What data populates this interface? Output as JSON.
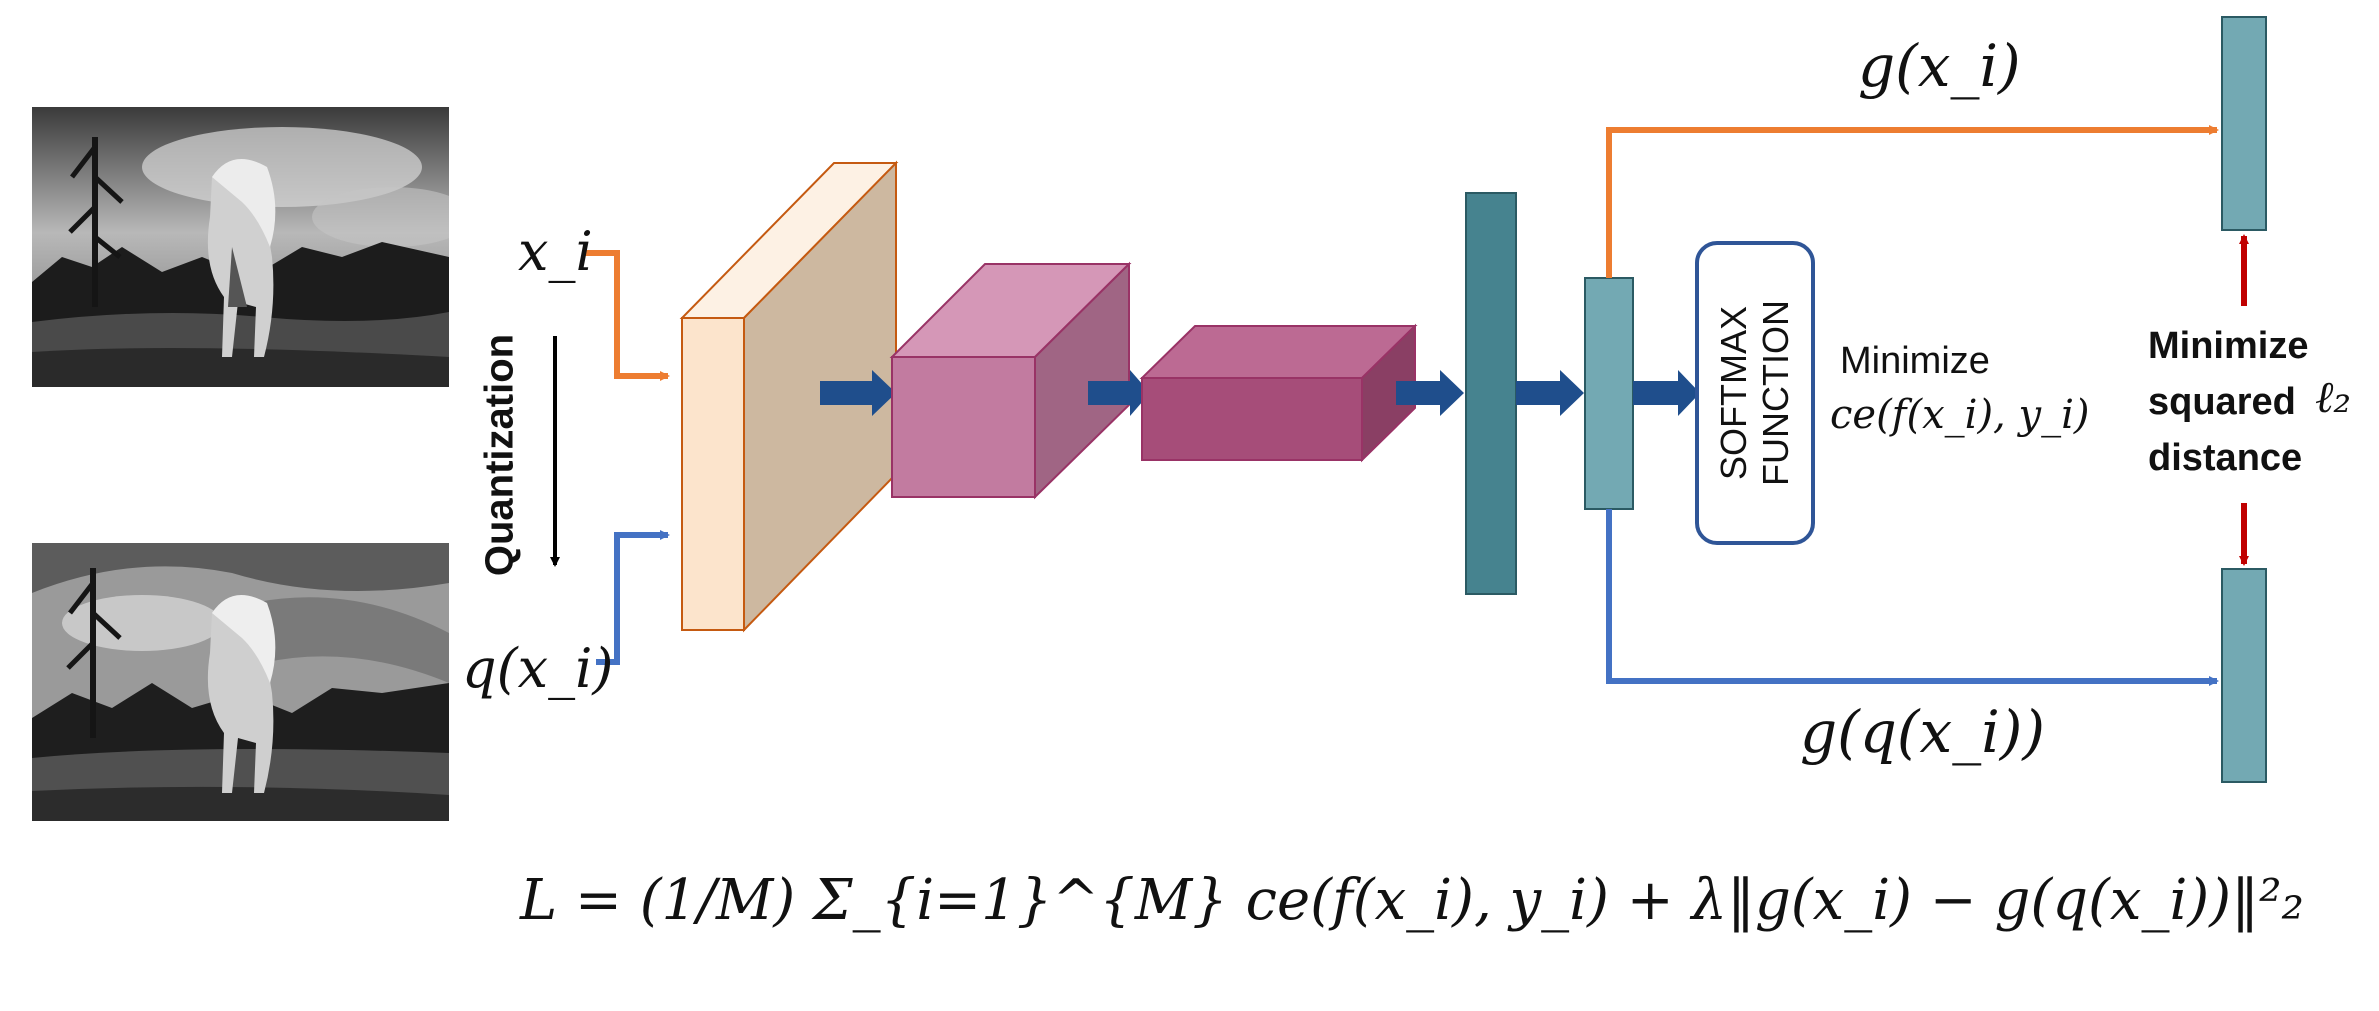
{
  "labels": {
    "x_input": "x_i",
    "q_input": "q(x_i)",
    "quantization": "Quantization",
    "g_top": "g(x_i)",
    "g_bottom": "g(q(x_i))",
    "softmax_line1": "SOFTMAX",
    "softmax_line2": "FUNCTION",
    "minimize": "Minimize",
    "ce_term": "ce(f(x_i), y_i)",
    "minimize_sq_line1": "Minimize",
    "minimize_sq_line2": "squared",
    "minimize_sq_line3": "distance",
    "l2_symbol": "ℓ₂"
  },
  "formula": "L = (1/M) Σ_{i=1}^{M} ce(f(x_i), y_i) + λ‖g(x_i) − g(q(x_i))‖²₂",
  "images": {
    "top": "grayscale-horse-photo",
    "bottom": "quantized-horse-photo"
  },
  "colors": {
    "orange": "#ED7D31",
    "blue": "#4472C4",
    "navy_arrow": "#1F4E8C",
    "red_arrow": "#C00000",
    "teal_dark": "#46838F",
    "teal_light": "#73A9B3",
    "peach": "#FCE4CC",
    "peach_side": "#CDB8A0",
    "pink_front": "#C27BA0",
    "pink_top": "#D597B7",
    "pink_side": "#A06584",
    "magenta_front": "#A64D79",
    "magenta_top": "#BC6A93",
    "magenta_side": "#8A3F64",
    "softmax_border": "#2F5597"
  }
}
